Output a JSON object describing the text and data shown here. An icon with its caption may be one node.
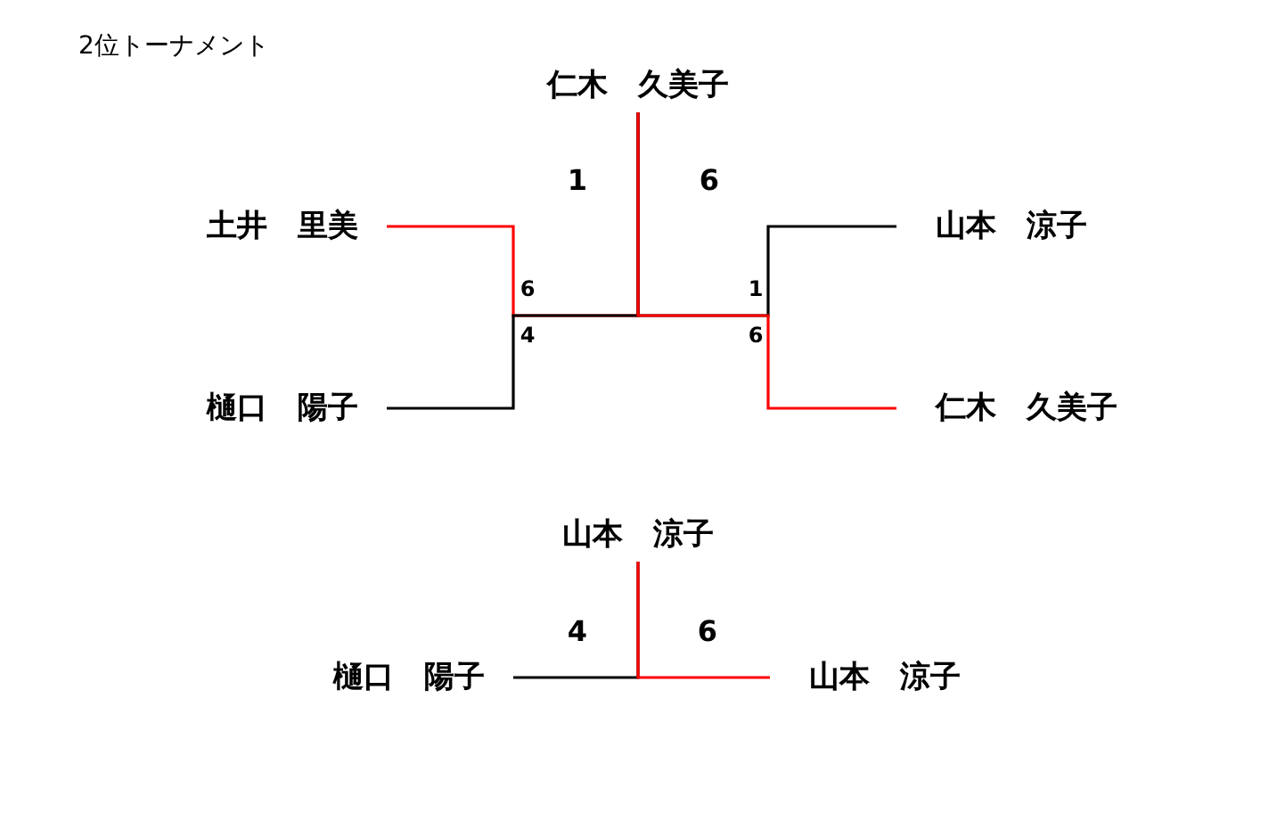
{
  "diagram": {
    "title": "2位トーナメント",
    "nodes": [
      {
        "text": [
          "仁木　久美子"
        ]
      },
      {
        "text": [
          "土井　里美"
        ]
      },
      {
        "text": [
          "樋口　陽子"
        ]
      },
      {
        "text": [
          "山本　涼子"
        ]
      },
      {
        "text": [
          "仁木　久美子"
        ]
      },
      {
        "text": [
          "山本　涼子"
        ]
      },
      {
        "text": [
          "樋口　陽子"
        ]
      },
      {
        "text": [
          "山本　涼子"
        ]
      }
    ],
    "edges": [
      {
        "from": 1,
        "to": 0,
        "arrow": "none",
        "color": "#ff0000"
      },
      {
        "from": 2,
        "to": 0,
        "arrow": "none",
        "color": "#000000"
      },
      {
        "from": 3,
        "to": 0,
        "arrow": "none",
        "color": "#000000"
      },
      {
        "from": 4,
        "to": 0,
        "arrow": "none",
        "color": "#ff0000"
      },
      {
        "from": 6,
        "to": 5,
        "arrow": "none",
        "color": "#000000"
      },
      {
        "from": 7,
        "to": 5,
        "arrow": "none",
        "color": "#ff0000"
      }
    ],
    "labels": [
      "1",
      "6",
      "6",
      "4",
      "1",
      "6",
      "4",
      "6"
    ]
  }
}
